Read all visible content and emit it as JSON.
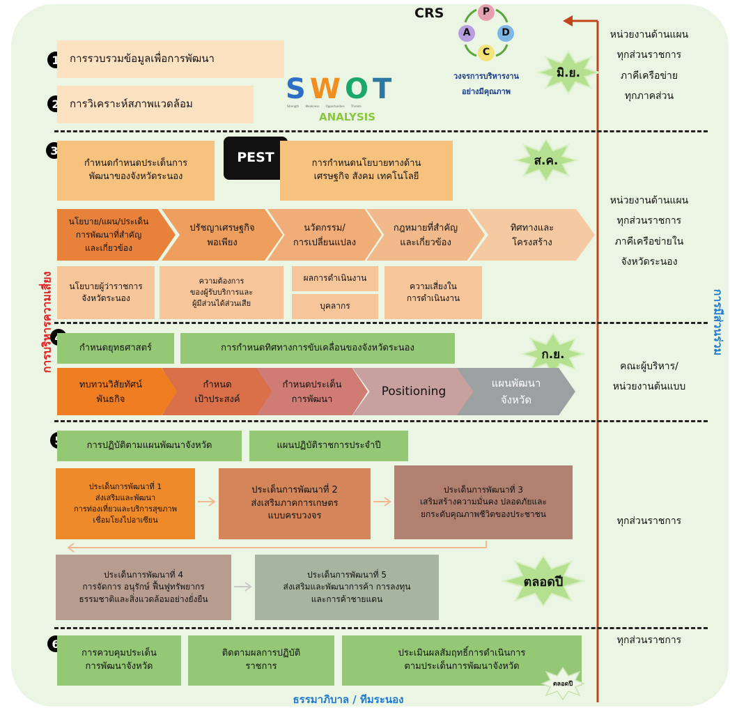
{
  "header": {
    "crs": "CRS",
    "pdca_letters": [
      "P",
      "D",
      "C",
      "A"
    ],
    "pdca_caption": [
      "วงจรการบริหารงาน",
      "อย่างมีคุณภาพ"
    ]
  },
  "swot": {
    "letters": [
      "S",
      "W",
      "O",
      "T"
    ],
    "sublabels": [
      "Strength",
      "Weakness",
      "Opportunities",
      "Threats"
    ],
    "analysis": "ANALYSIS"
  },
  "step1": {
    "number": "1",
    "label": "การรวบรวมข้อมูลเพื่อการพัฒนา"
  },
  "step2": {
    "number": "2",
    "label": "การวิเคราะห์สภาพแวดล้อม"
  },
  "step3": {
    "number": "3",
    "define_lines": [
      "กำหนดกำหนดประเด็นการ",
      "พัฒนาของจังหวัดระนอง"
    ],
    "pest": "PEST",
    "policy_lines": [
      "การกำหนดนโยบายทางด้าน",
      "เศรษฐกิจ สังคม เทคโนโลยี"
    ],
    "chevrons": [
      {
        "lines": [
          "นโยบาย/แผน/ประเด็น",
          "การพัฒนาที่สำคัญ",
          "และเกี่ยวข้อง"
        ]
      },
      {
        "lines": [
          "ปรัชญาเศรษฐกิจ",
          "พอเพียง"
        ]
      },
      {
        "lines": [
          "นวัตกรรม/",
          "การเปลี่ยนแปลง"
        ]
      },
      {
        "lines": [
          "กฎหมายที่สำคัญ",
          "และเกี่ยวข้อง"
        ]
      },
      {
        "lines": [
          "ทิศทางและ",
          "โครงสร้าง"
        ]
      }
    ],
    "boxes": [
      {
        "lines": [
          "นโยบายผู้ว่าราชการ",
          "จังหวัดระนอง"
        ]
      },
      {
        "lines": [
          "ความต้องการ",
          "ของผู้รับบริการและ",
          "ผู้มีส่วนได้ส่วนเสีย"
        ]
      },
      {
        "lines": [
          "ผลการดำเนินงาน"
        ]
      },
      {
        "lines": [
          "บุคลากร"
        ]
      },
      {
        "lines": [
          "ความเสี่ยงใน",
          "การดำเนินงาน"
        ]
      }
    ]
  },
  "step4": {
    "number": "4",
    "strategy": "กำหนดยุทธศาสตร์",
    "direction": "การกำหนดทิศทางการขับเคลื่อนของจังหวัดระนอง",
    "chevrons": [
      {
        "lines": [
          "ทบทวนวิสัยทัศน์",
          "พันธกิจ"
        ]
      },
      {
        "lines": [
          "กำหนด",
          "เป้าประสงค์"
        ]
      },
      {
        "lines": [
          "กำหนดประเด็น",
          "การพัฒนา"
        ]
      },
      {
        "lines": [
          "Positioning"
        ]
      },
      {
        "lines": [
          "แผนพัฒนา",
          "จังหวัด"
        ]
      }
    ]
  },
  "step5": {
    "number": "5",
    "implement": "การปฏิบัติตามแผนพัฒนาจังหวัด",
    "annual": "แผนปฏิบัติราชการประจำปี",
    "issues": [
      {
        "lines": [
          "ประเด็นการพัฒนาที่ 1",
          "ส่งเสริมและพัฒนา",
          "การท่องเที่ยวและบริการสุขภาพ",
          "เชื่อมโยงไปอาเซียน"
        ]
      },
      {
        "lines": [
          "ประเด็นการพัฒนาที่ 2",
          "ส่งเสริมภาคการเกษตร",
          "แบบครบวงจร"
        ]
      },
      {
        "lines": [
          "ประเด็นการพัฒนาที่ 3",
          "เสริมสร้างความมั่นคง ปลอดภัยและ",
          "ยกระดับคุณภาพชีวิตของประชาชน"
        ]
      },
      {
        "lines": [
          "ประเด็นการพัฒนาที่ 4",
          "การจัดการ อนุรักษ์ ฟื้นฟูทรัพยากร",
          "ธรรมชาติและสิ่งแวดล้อมอย่างยั่งยืน"
        ]
      },
      {
        "lines": [
          "ประเด็นการพัฒนาที่ 5",
          "ส่งเสริมและพัฒนาการค้า การลงทุน",
          "และการค้าชายแดน"
        ]
      }
    ]
  },
  "step6": {
    "number": "6",
    "boxes": [
      {
        "lines": [
          "การควบคุมประเด็น",
          "การพัฒนาจังหวัด"
        ]
      },
      {
        "lines": [
          "ติดตามผลการปฏิบัติ",
          "ราชการ"
        ]
      },
      {
        "lines": [
          "ประเมินผลสัมฤทธิ์การดำเนินการ",
          "ตามประเด็นการพัฒนาจังหวัด"
        ]
      }
    ]
  },
  "timing": {
    "jun": "มิ.ย.",
    "aug": "ส.ค.",
    "sep": "ก.ย.",
    "year": "ตลอดปี",
    "year_small": "ตลอดปี"
  },
  "right_labels": {
    "r1": [
      "หน่วยงานด้านแผน",
      "ทุกส่วนราชการ",
      "ภาคีเครือข่าย",
      "ทุกภาคส่วน"
    ],
    "r2": [
      "หน่วยงานด้านแผน",
      "ทุกส่วนราชการ",
      "ภาคีเครือข่ายใน",
      "จังหวัดระนอง"
    ],
    "r3": [
      "คณะผู้บริหาร/",
      "หน่วยงานต้นแบบ"
    ],
    "r4": "ทุกส่วนราชการ",
    "r5": "ทุกส่วนราชการ"
  },
  "left_vertical": "การบริหารความเสี่ยง",
  "right_vertical": "การมีส่วนร่วม",
  "footer": "ธรรมาภิบาล / ทีมระนอง",
  "colors": {
    "panel": "#eaf5e3",
    "accent_red": "#e02020",
    "accent_blue": "#1f7ad0",
    "arrow": "#c0441c"
  }
}
